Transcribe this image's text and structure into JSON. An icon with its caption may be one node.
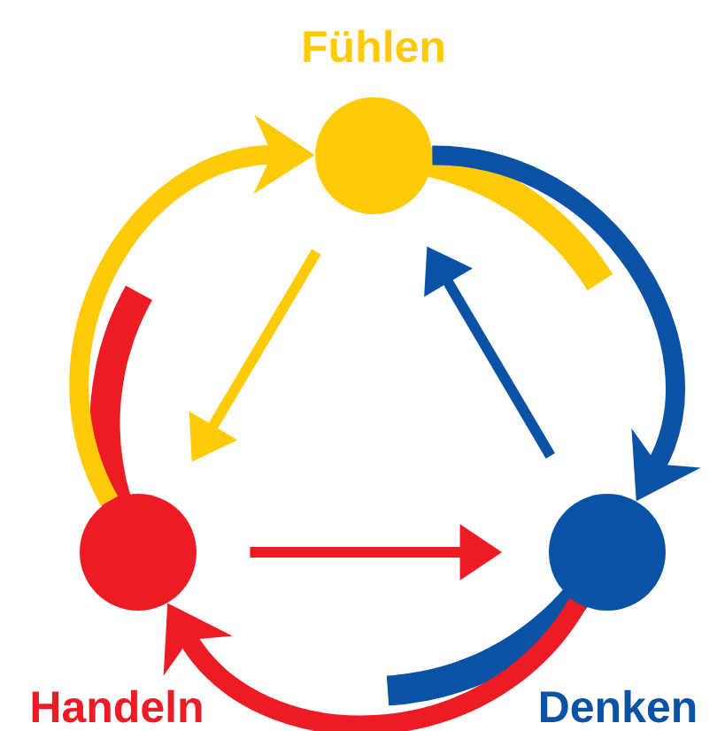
{
  "diagram": {
    "nodes": [
      {
        "text": [
          "Fühlen"
        ]
      },
      {
        "text": [
          "Denken"
        ]
      },
      {
        "text": [
          "Handeln"
        ]
      }
    ],
    "edges": [
      {
        "from": 0,
        "to": 1,
        "arrow": "to",
        "style": "thick",
        "color": "#0a52a5"
      },
      {
        "from": 1,
        "to": 2,
        "arrow": "to",
        "style": "thick",
        "color": "#ed1c24"
      },
      {
        "from": 2,
        "to": 0,
        "arrow": "to",
        "style": "thick",
        "color": "#ffcb08"
      },
      {
        "from": 0,
        "to": 2,
        "arrow": "to",
        "color": "#ffcb08"
      },
      {
        "from": 1,
        "to": 0,
        "arrow": "to",
        "color": "#0a52a5"
      },
      {
        "from": 2,
        "to": 1,
        "arrow": "to",
        "color": "#ed1c24"
      }
    ]
  }
}
